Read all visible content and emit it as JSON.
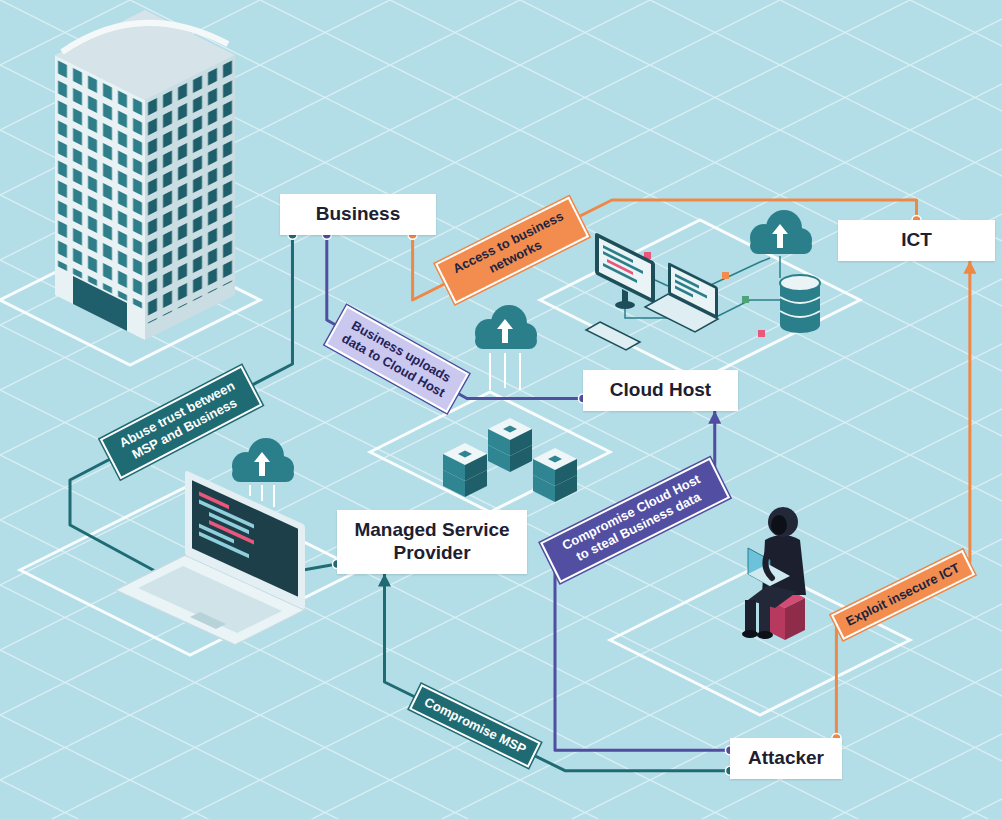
{
  "diagram": {
    "nodes": [
      {
        "text": [
          "Business"
        ]
      },
      {
        "text": [
          "ICT"
        ]
      },
      {
        "text": [
          "Cloud Host"
        ]
      },
      {
        "text": [
          "Managed Service Provider"
        ]
      },
      {
        "text": [
          "Attacker"
        ]
      }
    ],
    "edges": [
      {
        "from": 0,
        "to": 1,
        "label": "Access to business networks",
        "arrow": "none"
      },
      {
        "from": 0,
        "to": 2,
        "label": "Business uploads data to Cloud Host",
        "arrow": "none"
      },
      {
        "from": 3,
        "to": 0,
        "label": "Abuse trust between MSP and Business",
        "arrow": "none"
      },
      {
        "from": 4,
        "to": 3,
        "label": "Compromise MSP",
        "arrow": "to"
      },
      {
        "from": 4,
        "to": 2,
        "label": "Compromise Cloud Host to steal Business data",
        "arrow": "to"
      },
      {
        "from": 4,
        "to": 1,
        "label": "Exploit insecure ICT",
        "arrow": "to"
      }
    ]
  }
}
